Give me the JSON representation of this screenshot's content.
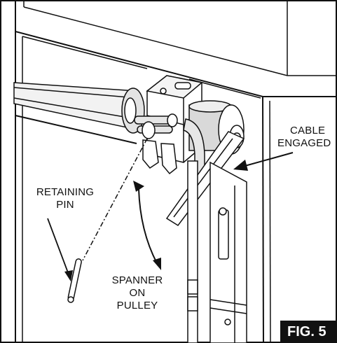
{
  "labels": {
    "cable_line1": "CABLE",
    "cable_line2": "ENGAGED",
    "retaining_line1": "RETAINING",
    "retaining_line2": "PIN",
    "spanner_line1": "SPANNER",
    "spanner_line2": "ON",
    "spanner_line3": "PULLEY"
  },
  "figure_badge": "FIG. 5",
  "colors": {
    "line": "#111111",
    "frame_fill": "#ffffff",
    "shade": "#d9d9d9",
    "badge_bg": "#111111",
    "badge_text": "#ffffff"
  }
}
